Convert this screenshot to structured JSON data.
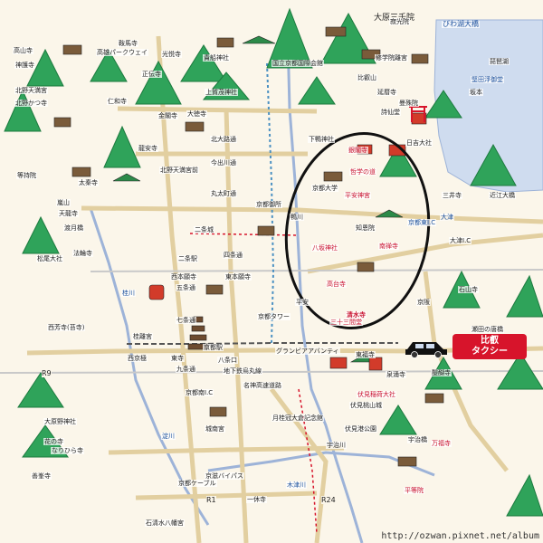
{
  "map": {
    "badge": {
      "line1": "比叡",
      "line2": "タクシー"
    },
    "footer_url": "http://ozwan.pixnet.net/album",
    "highlight": "circle around Higashiyama",
    "colors": {
      "background": "#fbf6ea",
      "badge": "#d7142b",
      "water": "#cfdcef",
      "mountain": "#2fa35a",
      "road": "#e2cfa0"
    },
    "top_label": "大原三千院",
    "lake_label": "びわ湖大橋",
    "road_labels": [
      "R9",
      "R1",
      "R24"
    ],
    "labels": [
      {
        "text": "高山寺"
      },
      {
        "text": "神護寺"
      },
      {
        "text": "高雄パークウェイ"
      },
      {
        "text": "北野天満宮"
      },
      {
        "text": "北野かつ寺"
      },
      {
        "text": "光悦寺"
      },
      {
        "text": "正伝寺"
      },
      {
        "text": "仁和寺"
      },
      {
        "text": "金閣寺"
      },
      {
        "text": "大徳寺"
      },
      {
        "text": "龍安寺"
      },
      {
        "text": "等持院"
      },
      {
        "text": "北野天満宮前"
      },
      {
        "text": "北大路通"
      },
      {
        "text": "今出川通"
      },
      {
        "text": "丸太町通"
      },
      {
        "text": "京都御所"
      },
      {
        "text": "二条城"
      },
      {
        "text": "二条駅"
      },
      {
        "text": "四条通"
      },
      {
        "text": "五条通"
      },
      {
        "text": "七条通"
      },
      {
        "text": "九条通"
      },
      {
        "text": "京都駅"
      },
      {
        "text": "東寺"
      },
      {
        "text": "西本願寺"
      },
      {
        "text": "東本願寺"
      },
      {
        "text": "京都タワー"
      },
      {
        "text": "三十三間堂"
      },
      {
        "text": "清水寺"
      },
      {
        "text": "高台寺"
      },
      {
        "text": "八坂神社"
      },
      {
        "text": "知恩院"
      },
      {
        "text": "南禅寺"
      },
      {
        "text": "平安神宮"
      },
      {
        "text": "銀閣寺"
      },
      {
        "text": "哲学の道"
      },
      {
        "text": "京都大学"
      },
      {
        "text": "下鴨神社"
      },
      {
        "text": "国立京都国際会館"
      },
      {
        "text": "比叡山"
      },
      {
        "text": "延暦寺"
      },
      {
        "text": "日吉大社"
      },
      {
        "text": "坂本"
      },
      {
        "text": "三井寺"
      },
      {
        "text": "大津"
      },
      {
        "text": "石山寺"
      },
      {
        "text": "伏見稲荷大社"
      },
      {
        "text": "東福寺"
      },
      {
        "text": "泉涌寺"
      },
      {
        "text": "伏見桃山城"
      },
      {
        "text": "醍醐寺"
      },
      {
        "text": "万福寺"
      },
      {
        "text": "平等院"
      },
      {
        "text": "宇治川"
      },
      {
        "text": "嵐山"
      },
      {
        "text": "天龍寺"
      },
      {
        "text": "渡月橋"
      },
      {
        "text": "松尾大社"
      },
      {
        "text": "西芳寺(苔寺)"
      },
      {
        "text": "桂離宮"
      },
      {
        "text": "大原野神社"
      },
      {
        "text": "善峯寺"
      },
      {
        "text": "石清水八幡宮"
      },
      {
        "text": "一休寺"
      },
      {
        "text": "京都南I.C"
      },
      {
        "text": "名神高速道路"
      },
      {
        "text": "大津I.C"
      },
      {
        "text": "京都東I.C"
      },
      {
        "text": "鴨川"
      },
      {
        "text": "桂川"
      },
      {
        "text": "淀川"
      },
      {
        "text": "木津川"
      },
      {
        "text": "琵琶湖"
      },
      {
        "text": "堅田浮御堂"
      },
      {
        "text": "寂光院"
      },
      {
        "text": "鞍馬寺"
      },
      {
        "text": "貴船神社"
      },
      {
        "text": "上賀茂神社"
      },
      {
        "text": "修学院離宮"
      },
      {
        "text": "詩仙堂"
      },
      {
        "text": "曼殊院"
      },
      {
        "text": "近江大橋"
      },
      {
        "text": "瀬田の唐橋"
      },
      {
        "text": "花の寺"
      },
      {
        "text": "なりひら寺"
      },
      {
        "text": "法輪寺"
      },
      {
        "text": "月桂冠大倉記念館"
      },
      {
        "text": "伏見港公園"
      },
      {
        "text": "城南宮"
      },
      {
        "text": "京滋バイパス"
      },
      {
        "text": "宇治橋"
      },
      {
        "text": "平安"
      },
      {
        "text": "京阪"
      },
      {
        "text": "地下鉄烏丸線"
      },
      {
        "text": "グランビアアバンティ"
      },
      {
        "text": "八条口"
      },
      {
        "text": "京都ケーブル"
      },
      {
        "text": "西京極"
      },
      {
        "text": "太秦寺"
      }
    ]
  }
}
